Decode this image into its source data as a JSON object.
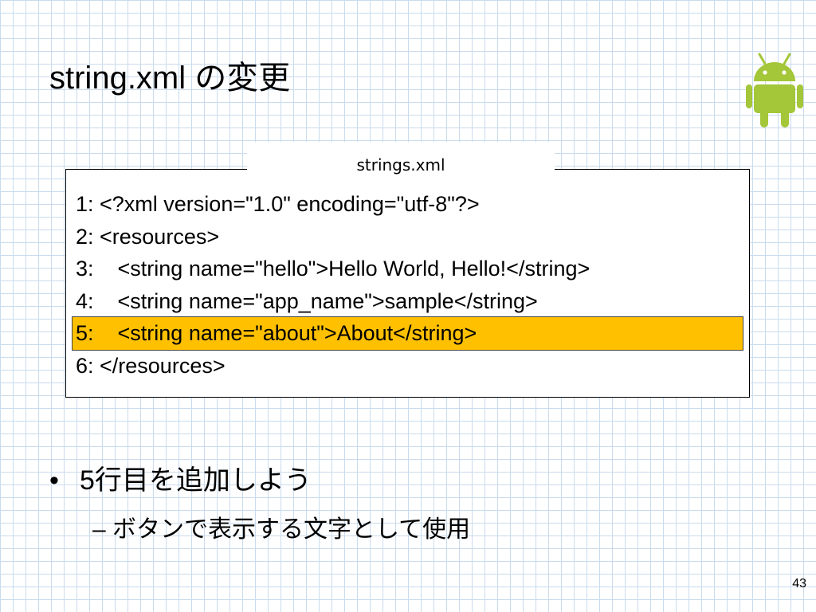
{
  "slide": {
    "title": "string.xml の変更",
    "file_label": "strings.xml",
    "code_lines": [
      "1: <?xml version=\"1.0\" encoding=\"utf-8\"?>",
      "2: <resources>",
      "3:    <string name=\"hello\">Hello World, Hello!</string>",
      "4:    <string name=\"app_name\">sample</string>",
      "5:    <string name=\"about\">About</string>",
      "6: </resources>"
    ],
    "highlighted_line": 5,
    "bullet_marker": "•",
    "bullet": "5行目を追加しよう",
    "sub_bullet": "– ボタンで表示する文字として使用",
    "page_number": "43"
  },
  "colors": {
    "highlight": "#ffc000",
    "android_green": "#a4c639",
    "grid_line": "#c9dcee"
  },
  "icons": {
    "logo": "android-robot-icon"
  }
}
